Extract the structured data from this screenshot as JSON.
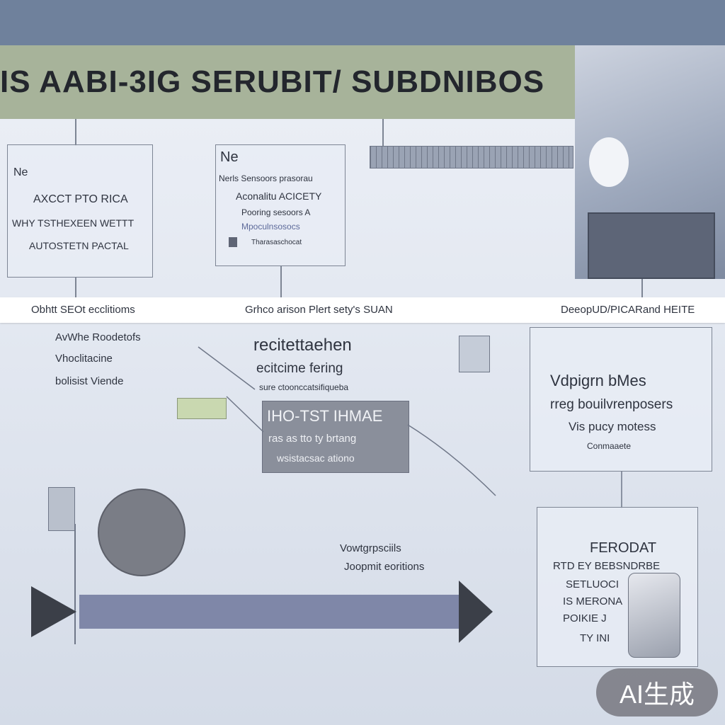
{
  "header": {
    "title": "IS AABI-3IG SERUBIT/ SUBDNIBOS"
  },
  "top_boxes": {
    "left": {
      "lines": [
        "Ne",
        "AXCCT PTO RICA",
        "WHY TSTHEXEEN WETTT",
        "AUTOSTETN PACTAL"
      ]
    },
    "middle": {
      "lines": [
        "Ne",
        "Nerls Sensoors prasorau",
        "Aconalitu ACICETY",
        "Pooring sesoors A",
        "Mpoculnsosocs",
        "Tharasaschocat"
      ]
    }
  },
  "band": {
    "left": "Obhtt SEOt ecclitioms",
    "middle": "Grhco arison Plert sety's SUAN",
    "right": "DeeopUD/PICARand HEITE"
  },
  "left_list": [
    "AvWhe Roodetofs",
    "Vhoclitacine",
    "bolisist Viende"
  ],
  "center": {
    "heading": "recitettaehen",
    "sub1": "ecitcime fering",
    "sub2": "sure ctoonccatsifiqueba"
  },
  "dark_box": {
    "title": "IHO-TST IHMAE",
    "line1": "ras as tto ty brtang",
    "line2": "wsistacsac ationo"
  },
  "right_box": {
    "lines": [
      "Vdpigrn bMes",
      "rreg bouilvrenposers",
      "Vis pucy motess",
      "Conmaaete"
    ]
  },
  "bottom_list": [
    "Vowtgrpsciils",
    "Joopmit eoritions"
  ],
  "bottom_right_box": {
    "lines": [
      "FERODAT",
      "RTD EY BEBSNDRBE",
      "SETLUOCI",
      "IS MERONA",
      "POIKIE J",
      "TY INI"
    ]
  },
  "badge": {
    "label": "AI生成"
  },
  "colors": {
    "title_bar": "#a7b39a",
    "top_band": "#6f819c",
    "arrow": "#7f87a8"
  }
}
